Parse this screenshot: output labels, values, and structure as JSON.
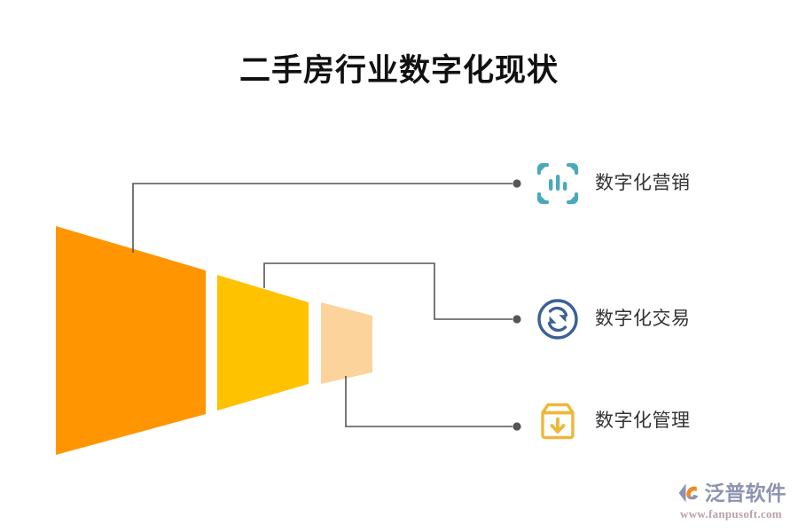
{
  "page": {
    "title": "二手房行业数字化现状",
    "background_color": "#FFFFFF"
  },
  "colors": {
    "stage_1": "#FF9500",
    "stage_2": "#FFC200",
    "stage_3": "#FCD49B",
    "connector_line": "#555555",
    "connector_dot": "#555555",
    "title_text": "#111111",
    "label_text": "#333333",
    "icon_marketing": "#4BA9BD",
    "icon_transaction": "#3C6196",
    "icon_management": "#EDB73B",
    "watermark_brand": "#8E93B0",
    "watermark_url": "#B9A0A8",
    "watermark_accent": "#F08A24"
  },
  "funnel": {
    "stages": [
      {
        "name": "stage-1",
        "color": "#FF9500",
        "label": ""
      },
      {
        "name": "stage-2",
        "color": "#FFC200",
        "label": ""
      },
      {
        "name": "stage-3",
        "color": "#FCD49B",
        "label": ""
      }
    ]
  },
  "items": [
    {
      "id": "marketing",
      "label": "数字化营销",
      "icon": "bar-chart-scan-icon",
      "icon_color": "#4BA9BD"
    },
    {
      "id": "transaction",
      "label": "数字化交易",
      "icon": "sync-refresh-circle-icon",
      "icon_color": "#3C6196"
    },
    {
      "id": "management",
      "label": "数字化管理",
      "icon": "box-download-icon",
      "icon_color": "#EDB73B"
    }
  ],
  "watermark": {
    "brand": "泛普软件",
    "url": "www.fanpusoft.com",
    "logo": "fanpu-swoosh-logo-icon"
  }
}
